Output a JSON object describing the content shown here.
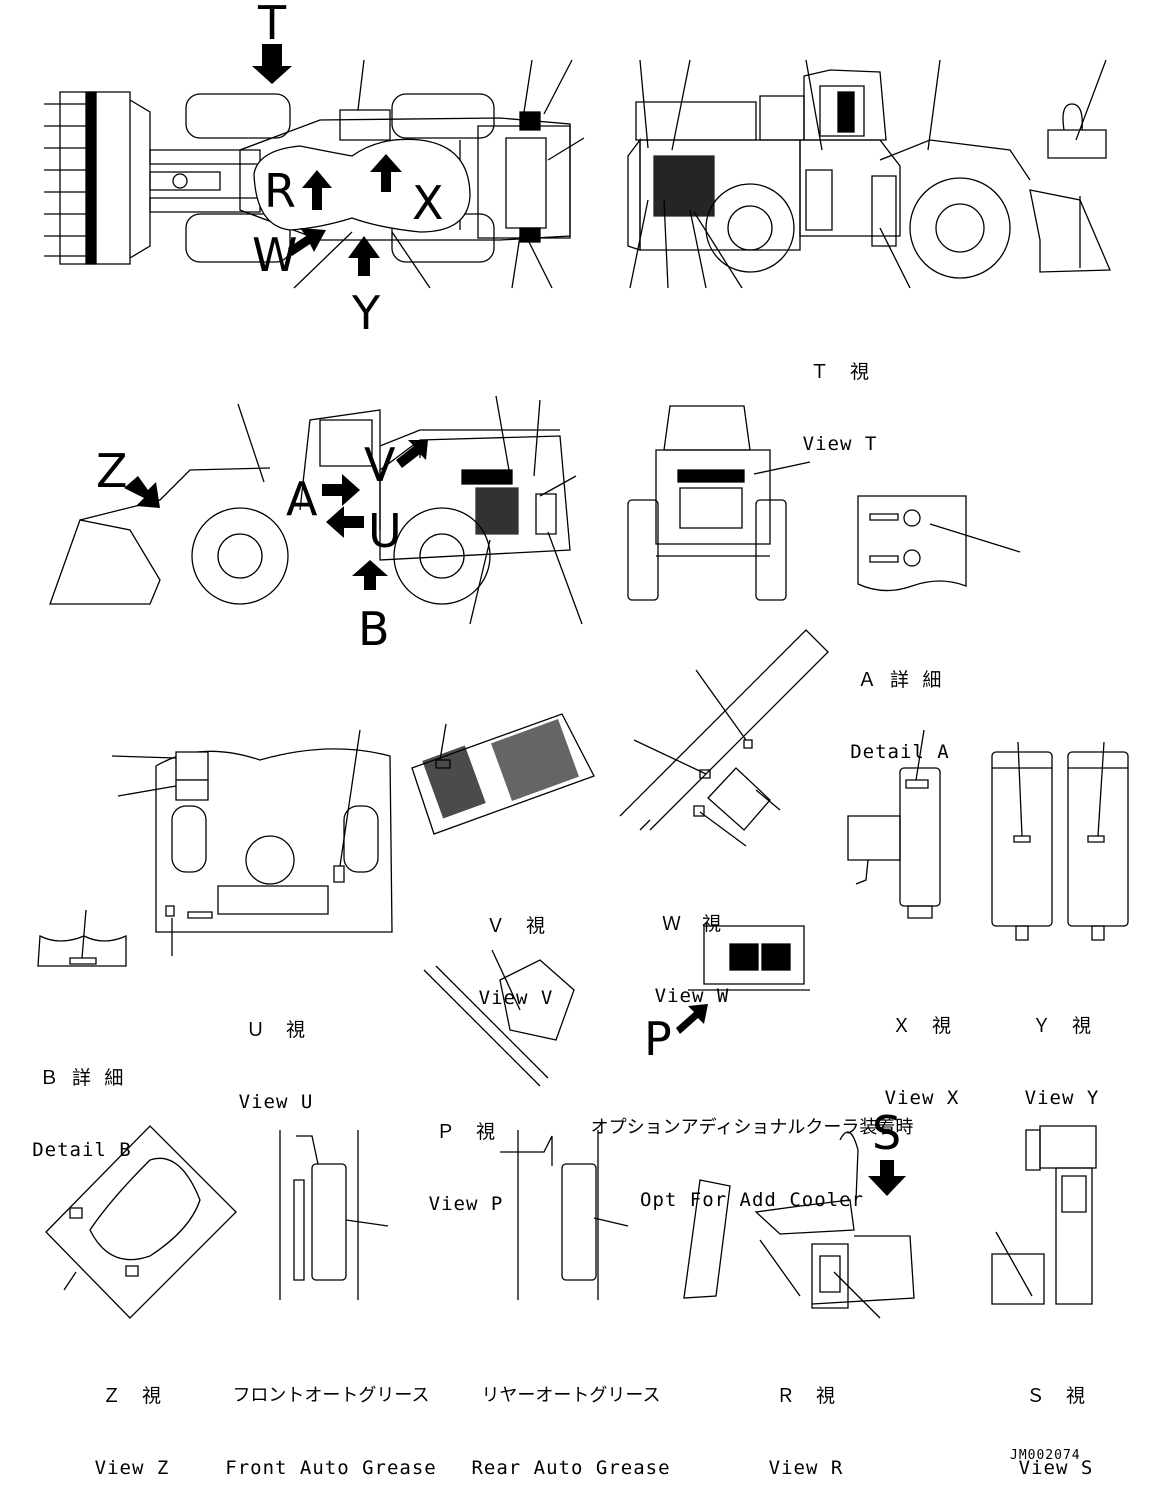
{
  "captions": {
    "view_t": {
      "jp": "Ｔ　視",
      "en": "View T"
    },
    "detail_a": {
      "jp": "Ａ 詳 細",
      "en": "Detail A"
    },
    "view_v": {
      "jp": "Ｖ　視",
      "en": "View V"
    },
    "view_w": {
      "jp": "Ｗ　視",
      "en": "View W"
    },
    "view_u": {
      "jp": "Ｕ　視",
      "en": "View U"
    },
    "view_x": {
      "jp": "Ｘ　視",
      "en": "View X"
    },
    "view_y": {
      "jp": "Ｙ　視",
      "en": "View Y"
    },
    "detail_b": {
      "jp": "Ｂ 詳 細",
      "en": "Detail B"
    },
    "view_p": {
      "jp": "Ｐ　視",
      "en": "View P"
    },
    "opt_cooler": {
      "jp": "オプションアディショナルクーラ装着時",
      "en": "Opt For Add Cooler"
    },
    "view_z": {
      "jp": "Ｚ　視",
      "en": "View Z"
    },
    "front_grease": {
      "jp": "フロントオートグリース",
      "en": "Front Auto Grease"
    },
    "rear_grease": {
      "jp": "リヤーオートグリース",
      "en": "Rear Auto Grease"
    },
    "view_r": {
      "jp": "Ｒ　視",
      "en": "View R"
    },
    "view_s": {
      "jp": "Ｓ　視",
      "en": "View S"
    }
  },
  "view_letters": {
    "t": "T",
    "r": "R",
    "x": "X",
    "w": "W",
    "y": "Y",
    "z": "Z",
    "a": "A",
    "v": "V",
    "u": "U",
    "b": "B",
    "p": "P",
    "s": "S"
  },
  "drawing_code": "JM002074"
}
